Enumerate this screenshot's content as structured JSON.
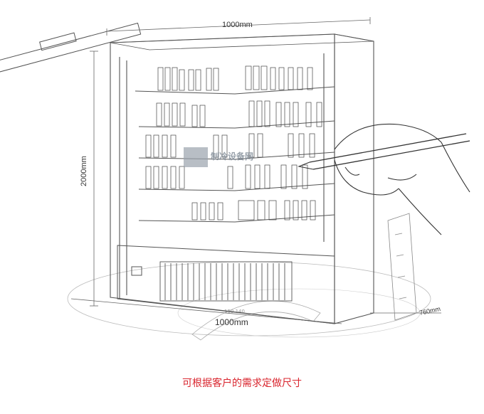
{
  "dimensions": {
    "top_width": "1000mm",
    "height": "2000mm",
    "bottom_width": "1000mm",
    "depth": "760mm"
  },
  "caption": "可根据客户的需求定做尺寸",
  "watermark": "制冷设备网",
  "colors": {
    "caption": "#d9252e",
    "sketch_line": "#555555",
    "watermark": "#7f8a96"
  }
}
